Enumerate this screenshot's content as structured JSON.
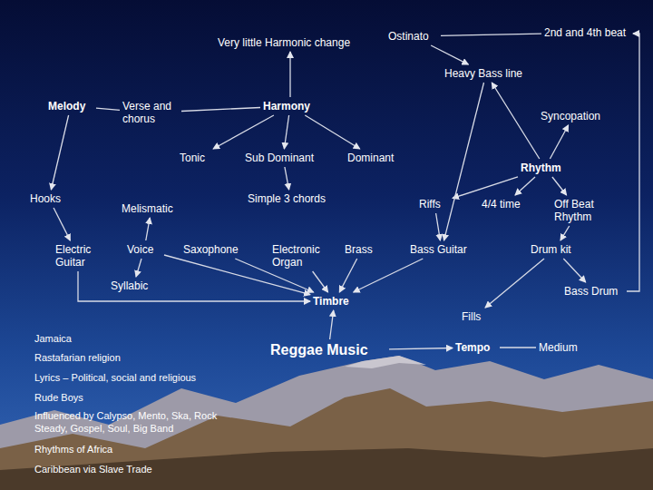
{
  "diagram": {
    "nodes": [
      {
        "text": [
          "Very little Harmonic change"
        ]
      },
      {
        "text": [
          "Ostinato"
        ]
      },
      {
        "text": [
          "2nd and 4th beat"
        ]
      },
      {
        "text": [
          "Heavy Bass line"
        ]
      },
      {
        "text": [
          "Melody"
        ]
      },
      {
        "text": [
          "Verse and chorus"
        ]
      },
      {
        "text": [
          "Harmony"
        ]
      },
      {
        "text": [
          "Syncopation"
        ]
      },
      {
        "text": [
          "Tonic"
        ]
      },
      {
        "text": [
          "Sub Dominant"
        ]
      },
      {
        "text": [
          "Dominant"
        ]
      },
      {
        "text": [
          "Rhythm"
        ]
      },
      {
        "text": [
          "Hooks"
        ]
      },
      {
        "text": [
          "Simple 3 chords"
        ]
      },
      {
        "text": [
          "Melismatic"
        ]
      },
      {
        "text": [
          "Riffs"
        ]
      },
      {
        "text": [
          "4/4 time"
        ]
      },
      {
        "text": [
          "Off Beat Rhythm"
        ]
      },
      {
        "text": [
          "Electric Guitar"
        ]
      },
      {
        "text": [
          "Voice"
        ]
      },
      {
        "text": [
          "Saxophone"
        ]
      },
      {
        "text": [
          "Electronic Organ"
        ]
      },
      {
        "text": [
          "Brass"
        ]
      },
      {
        "text": [
          "Bass Guitar"
        ]
      },
      {
        "text": [
          "Drum kit"
        ]
      },
      {
        "text": [
          "Syllabic"
        ]
      },
      {
        "text": [
          "Bass Drum"
        ]
      },
      {
        "text": [
          "Timbre"
        ]
      },
      {
        "text": [
          "Fills"
        ]
      },
      {
        "text": [
          "Reggae Music"
        ]
      },
      {
        "text": [
          "Tempo"
        ]
      },
      {
        "text": [
          "Medium"
        ]
      }
    ],
    "edges": [
      {
        "from": 4,
        "to": 12,
        "arrow": "to"
      },
      {
        "from": 4,
        "to": 5,
        "arrow": "none"
      },
      {
        "from": 5,
        "to": 6,
        "arrow": "none"
      },
      {
        "from": 6,
        "to": 0,
        "arrow": "to"
      },
      {
        "from": 6,
        "to": 8,
        "arrow": "to"
      },
      {
        "from": 6,
        "to": 9,
        "arrow": "to"
      },
      {
        "from": 6,
        "to": 10,
        "arrow": "to"
      },
      {
        "from": 9,
        "to": 13,
        "arrow": "to"
      },
      {
        "from": 12,
        "to": 18,
        "arrow": "to"
      },
      {
        "from": 19,
        "to": 14,
        "arrow": "to"
      },
      {
        "from": 19,
        "to": 25,
        "arrow": "to"
      },
      {
        "from": 18,
        "to": 27,
        "arrow": "to"
      },
      {
        "from": 19,
        "to": 27,
        "arrow": "to"
      },
      {
        "from": 20,
        "to": 27,
        "arrow": "to"
      },
      {
        "from": 21,
        "to": 27,
        "arrow": "to"
      },
      {
        "from": 22,
        "to": 27,
        "arrow": "to"
      },
      {
        "from": 23,
        "to": 27,
        "arrow": "to"
      },
      {
        "from": 29,
        "to": 27,
        "arrow": "to"
      },
      {
        "from": 29,
        "to": 30,
        "arrow": "to"
      },
      {
        "from": 30,
        "to": 31,
        "arrow": "none"
      },
      {
        "from": 11,
        "to": 7,
        "arrow": "to"
      },
      {
        "from": 11,
        "to": 15,
        "arrow": "to"
      },
      {
        "from": 11,
        "to": 16,
        "arrow": "to"
      },
      {
        "from": 11,
        "to": 17,
        "arrow": "to"
      },
      {
        "from": 15,
        "to": 23,
        "arrow": "to"
      },
      {
        "from": 3,
        "to": 23,
        "arrow": "to"
      },
      {
        "from": 1,
        "to": 3,
        "arrow": "to"
      },
      {
        "from": 1,
        "to": 2,
        "arrow": "none"
      },
      {
        "from": 17,
        "to": 24,
        "arrow": "to"
      },
      {
        "from": 24,
        "to": 26,
        "arrow": "to"
      },
      {
        "from": 24,
        "to": 28,
        "arrow": "to"
      },
      {
        "from": 26,
        "to": 2,
        "arrow": "to"
      },
      {
        "from": 11,
        "to": 3,
        "arrow": "to"
      }
    ],
    "labels": [
      "Jamaica",
      "Rastafarian religion",
      "Lyrics – Political, social and religious",
      "Rude Boys",
      "Influenced by Calypso, Mento, Ska, Rock Steady, Gospel, Soul, Big Band",
      "Rhythms of Africa",
      "Caribbean via Slave Trade"
    ]
  }
}
